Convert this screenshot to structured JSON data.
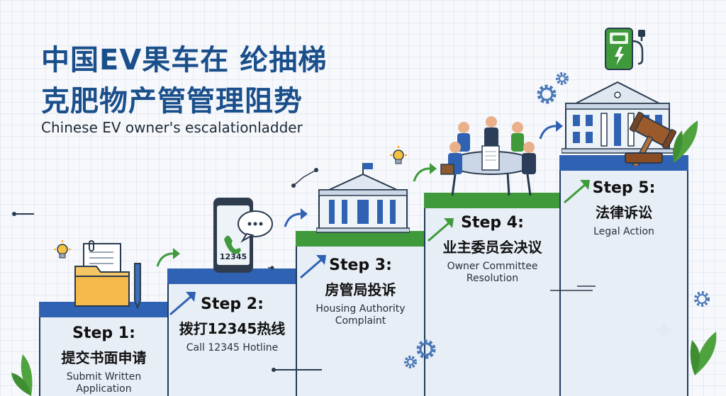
{
  "title": {
    "line1": "中国EV果车在 纶抽梯",
    "line2": "克肥物产管管理阻势",
    "subtitle": "Chinese EV owner's escalationladder"
  },
  "steps": [
    {
      "num": "Step 1:",
      "cn": "提交书面申请",
      "en": "Submit Written Application"
    },
    {
      "num": "Step 2:",
      "cn": "拨打12345热线",
      "en": "Call 12345 Hotline"
    },
    {
      "num": "Step 3:",
      "cn": "房管局投诉",
      "en": "Housing Authority Complaint"
    },
    {
      "num": "Step 4:",
      "cn": "业主委员会决议",
      "en": "Owner Committee Resolution"
    },
    {
      "num": "Step 5:",
      "cn": "法律诉讼",
      "en": "Legal Action"
    }
  ],
  "phone_number": "12345",
  "icons": [
    "folder-icon",
    "phone-icon",
    "building-icon",
    "meeting-icon",
    "courthouse-icon",
    "gavel-icon",
    "ev-charger-icon",
    "lightbulb-icon",
    "gear-icon",
    "leaf-icon",
    "arrow-icon"
  ],
  "colors": {
    "title": "#1a4f8b",
    "blue_cap": "#2f62b3",
    "green_cap": "#3f9a3c",
    "step_fill": "#e8eef6"
  }
}
